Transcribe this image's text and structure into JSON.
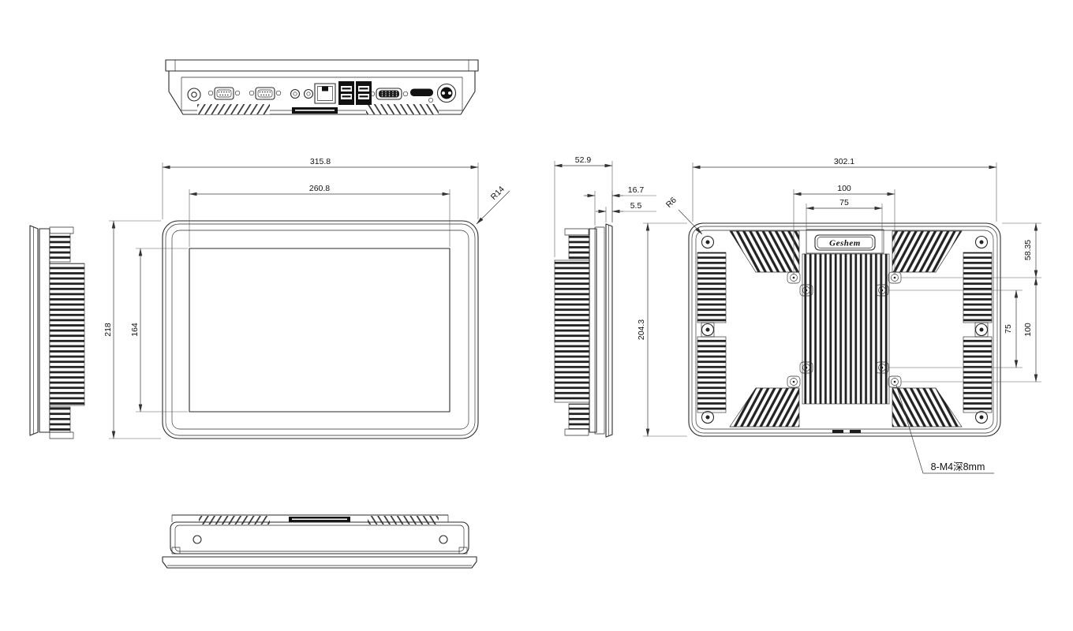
{
  "brand_logo": "Geshem",
  "front": {
    "overall_width": "315.8",
    "display_width": "260.8",
    "overall_height": "218",
    "display_height": "164",
    "corner_radius": "R14"
  },
  "side": {
    "overall_depth": "52.9",
    "front_section": "16.7",
    "bezel_thickness": "5.5"
  },
  "rear": {
    "overall_width": "302.1",
    "overall_height": "204.3",
    "vesa_width_outer": "100",
    "vesa_width_inner": "75",
    "top_offset": "58.35",
    "vesa_height_outer": "100",
    "vesa_height_inner": "75",
    "corner_radius": "R6",
    "mounting_note": "8-M4深8mm"
  },
  "icons": {
    "top_view_ports": [
      "dc-jack-icon",
      "serial-db9-icon",
      "serial-db9-icon",
      "audio-jack-icon",
      "audio-jack-icon",
      "rj45-ethernet-icon",
      "usb-dual-icon",
      "usb-dual-icon",
      "vga-db15-icon",
      "hdmi-icon",
      "led-icon",
      "power-connector-icon"
    ]
  }
}
